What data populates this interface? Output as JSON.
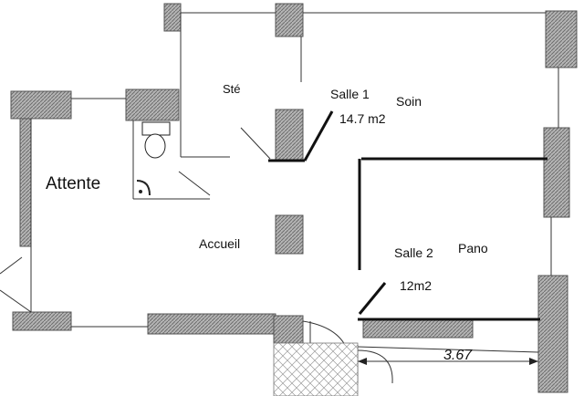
{
  "plan": {
    "rooms": {
      "ste": "Sté",
      "salle1": "Salle 1",
      "salle1_area": "14.7 m2",
      "soin": "Soin",
      "attente": "Attente",
      "accueil": "Accueil",
      "salle2": "Salle 2",
      "pano": "Pano",
      "salle2_area": "12m2"
    },
    "dimension": "3.67",
    "colors": {
      "wall_fill": "#9a9a9a",
      "line": "#111111",
      "background": "#ffffff"
    }
  }
}
